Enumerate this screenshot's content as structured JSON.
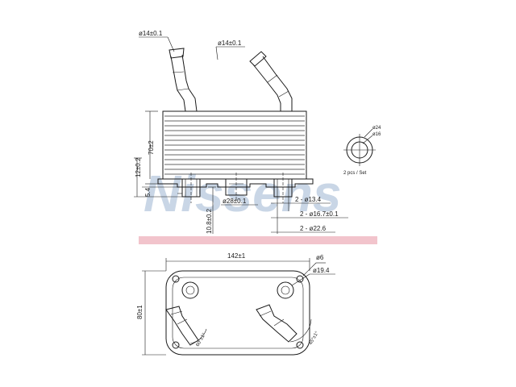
{
  "watermark": {
    "text": "Nissens",
    "color": "#c9d6e6",
    "band_color": "#f2c4cc"
  },
  "top_view": {
    "tube_left_dia": "ø14±0.1",
    "tube_right_dia": "ø14±0.1",
    "height_core": "70±2",
    "height_ports": "12±0.2",
    "offset_small": "5.4",
    "port_dia_center": "ø28±0.1",
    "height_boss": "10.8±0.2",
    "port_dia_a": "2 - ø13.4",
    "port_dia_b": "2 - ø16.7±0.1",
    "port_dia_c": "2 - ø22.6"
  },
  "oring_detail": {
    "outer": "ø24",
    "inner": "ø16",
    "qty": "2 pcs / Set"
  },
  "bottom_view": {
    "width": "142±1",
    "height": "80±1",
    "bolt_hole": "ø6",
    "boss_dia": "ø19.4",
    "angle_left": "60°±1°",
    "angle_right": "45°±1°"
  }
}
